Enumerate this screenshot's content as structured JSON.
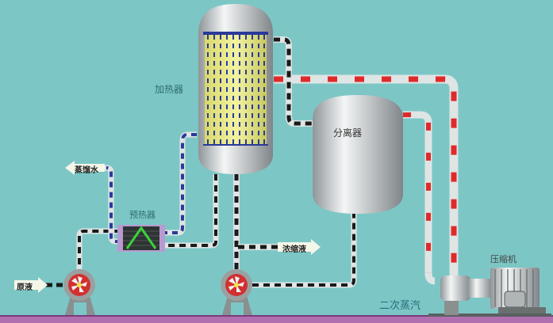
{
  "title": "MVR蒸发系统流程图",
  "labels": {
    "heater": "加热器",
    "separator": "分离器",
    "preheater": "预热器",
    "compressor": "压缩机",
    "secondary_steam": "二次蒸汽",
    "distilled_water": "蒸馏水",
    "feed": "原液",
    "concentrate": "浓缩液"
  },
  "colors": {
    "background": "#7cc7c6",
    "steam_pipe_dash": "#e02a2a",
    "liquid_pipe_dash": "#1a1a1a",
    "water_pipe_dash": "#2a3a9a",
    "floor": "#a05aa0"
  }
}
